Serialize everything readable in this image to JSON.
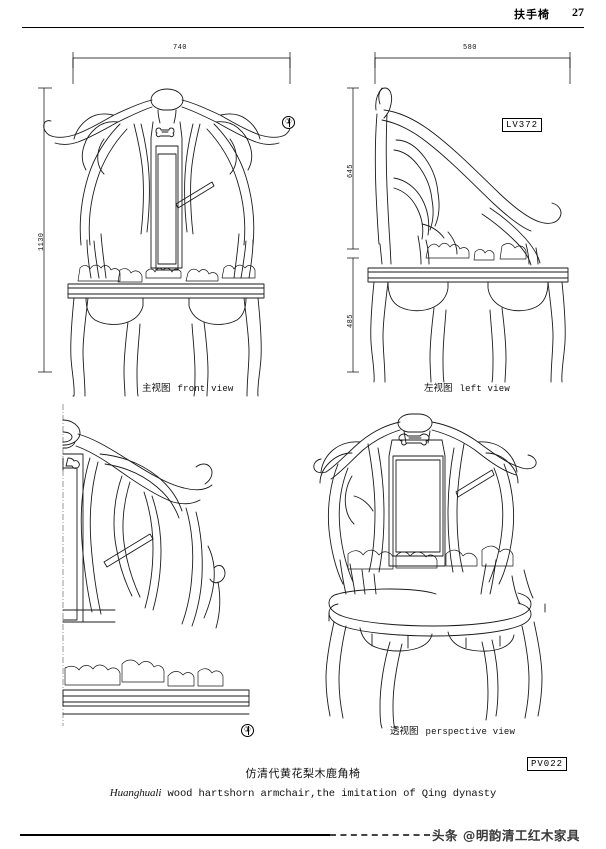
{
  "header": {
    "title": "扶手椅",
    "page_number": "27"
  },
  "views": {
    "front": {
      "caption_cn": "主视图",
      "caption_en": "front view",
      "dim_width": "740",
      "dim_height": "1130",
      "marker": "①"
    },
    "left": {
      "caption_cn": "左视图",
      "caption_en": "left view",
      "dim_width": "580",
      "dim_height_upper": "645",
      "dim_height_lower": "485",
      "code": "LV372"
    },
    "detail": {
      "marker": "①"
    },
    "perspective": {
      "caption_cn": "透视图",
      "caption_en": "perspective view",
      "code": "PV022"
    }
  },
  "caption": {
    "cn": "仿清代黄花梨木鹿角椅",
    "en_italic": "Huanghuali",
    "en_rest": " wood hartshorn armchair,the imitation of Qing dynasty"
  },
  "watermark": {
    "text": "头条 @明韵清工红木家具"
  },
  "colors": {
    "ink": "#1a1a1a",
    "rule": "#000000",
    "watermark": "#3a3a3a"
  }
}
